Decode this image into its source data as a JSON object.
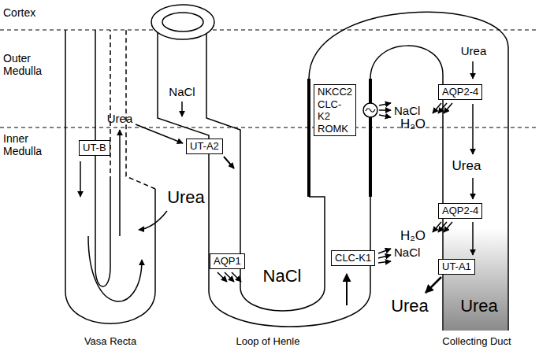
{
  "diagram": {
    "nodes": [
      {
        "text": [
          "UT-B"
        ]
      },
      {
        "text": [
          "UT-A2"
        ]
      },
      {
        "text": [
          "NKCC2 CLC-K2 ROMK"
        ]
      },
      {
        "text": [
          "AQP1"
        ]
      },
      {
        "text": [
          "CLC-K1"
        ]
      },
      {
        "text": [
          "AQP2-4"
        ]
      },
      {
        "text": [
          "AQP2-4"
        ]
      },
      {
        "text": [
          "UT-A1"
        ]
      }
    ],
    "labels": [
      "Cortex",
      "Outer Medulla",
      "Inner Medulla",
      "NaCl",
      "Urea",
      "Urea",
      "NaCl",
      "NaCl",
      "NaCl",
      "Urea",
      "H₂O",
      "Urea",
      "H₂O",
      "Urea",
      "Urea",
      "Vasa Recta",
      "Loop of Henle",
      "Collecting Duct"
    ]
  }
}
